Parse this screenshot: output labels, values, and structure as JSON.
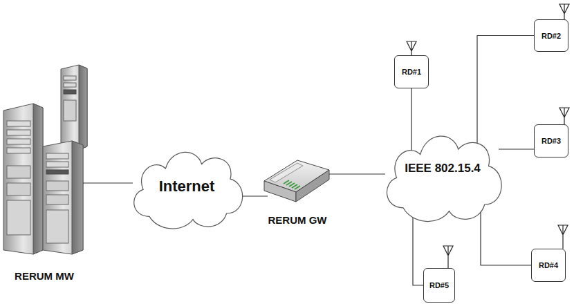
{
  "diagram": {
    "nodes": [
      {
        "text": [
          "RERUM MW"
        ]
      },
      {
        "text": [
          "Internet"
        ]
      },
      {
        "text": [
          "RERUM GW"
        ]
      },
      {
        "text": [
          "IEEE 802.15.4"
        ]
      },
      {
        "text": [
          "RD#1"
        ]
      },
      {
        "text": [
          "RD#2"
        ]
      },
      {
        "text": [
          "RD#3"
        ]
      },
      {
        "text": [
          "RD#4"
        ]
      },
      {
        "text": [
          "RD#5"
        ]
      }
    ],
    "edges": [
      {
        "from": 0,
        "to": 1,
        "arrow": "none"
      },
      {
        "from": 1,
        "to": 2,
        "arrow": "none"
      },
      {
        "from": 2,
        "to": 3,
        "arrow": "none"
      },
      {
        "from": 3,
        "to": 4,
        "arrow": "none"
      },
      {
        "from": 3,
        "to": 5,
        "arrow": "none"
      },
      {
        "from": 3,
        "to": 6,
        "arrow": "none"
      },
      {
        "from": 3,
        "to": 7,
        "arrow": "none"
      },
      {
        "from": 3,
        "to": 8,
        "arrow": "none"
      }
    ]
  }
}
